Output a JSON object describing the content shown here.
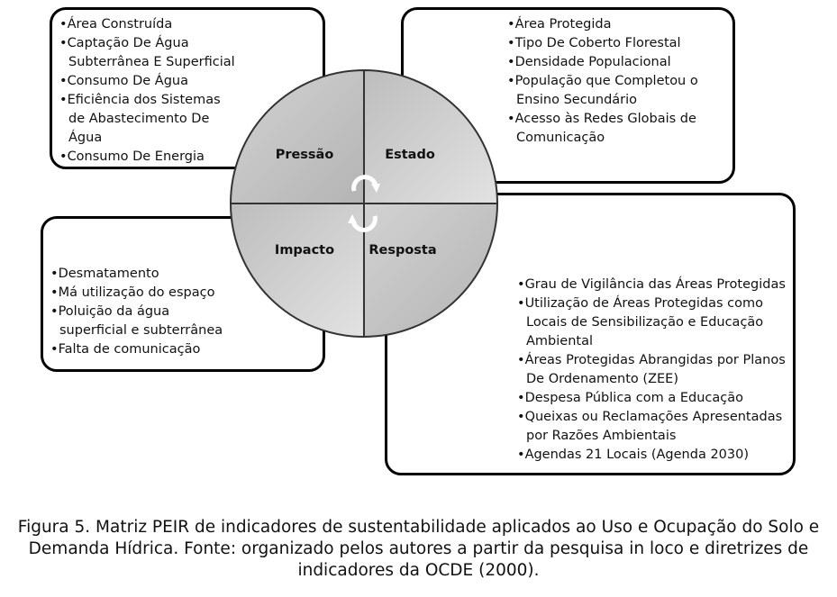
{
  "quadrants": {
    "pressao": "Pressão",
    "estado": "Estado",
    "impacto": "Impacto",
    "resposta": "Resposta"
  },
  "pressao_items": [
    "Área Construída",
    "Captação De Água Subterrânea E Superficial",
    "Consumo De Água",
    "Eficiência dos Sistemas de Abastecimento De Água",
    "Consumo De Energia"
  ],
  "estado_items": [
    "Área Protegida",
    "Tipo De Coberto Florestal",
    "Densidade Populacional",
    "População que Completou o Ensino Secundário",
    "Acesso às Redes Globais de Comunicação"
  ],
  "impacto_items": [
    "Desmatamento",
    "Má utilização do espaço",
    "Poluição da água superficial e subterrânea",
    "Falta de comunicação"
  ],
  "resposta_items": [
    "Grau de Vigilância das Áreas Protegidas",
    "Utilização de Áreas Protegidas como Locais de Sensibilização e Educação Ambiental",
    "Áreas Protegidas Abrangidas por Planos De Ordenamento (ZEE)",
    "Despesa Pública com a Educação",
    "Queixas ou Reclamações Apresentadas por Razões Ambientais",
    "Agendas 21 Locais (Agenda 2030)"
  ],
  "caption": "Figura 5. Matriz PEIR de indicadores de sustentabilidade aplicados ao Uso e Ocupação do Solo e Demanda Hídrica. Fonte: organizado pelos autores a partir da pesquisa in loco e diretrizes de indicadores da OCDE (2000)."
}
